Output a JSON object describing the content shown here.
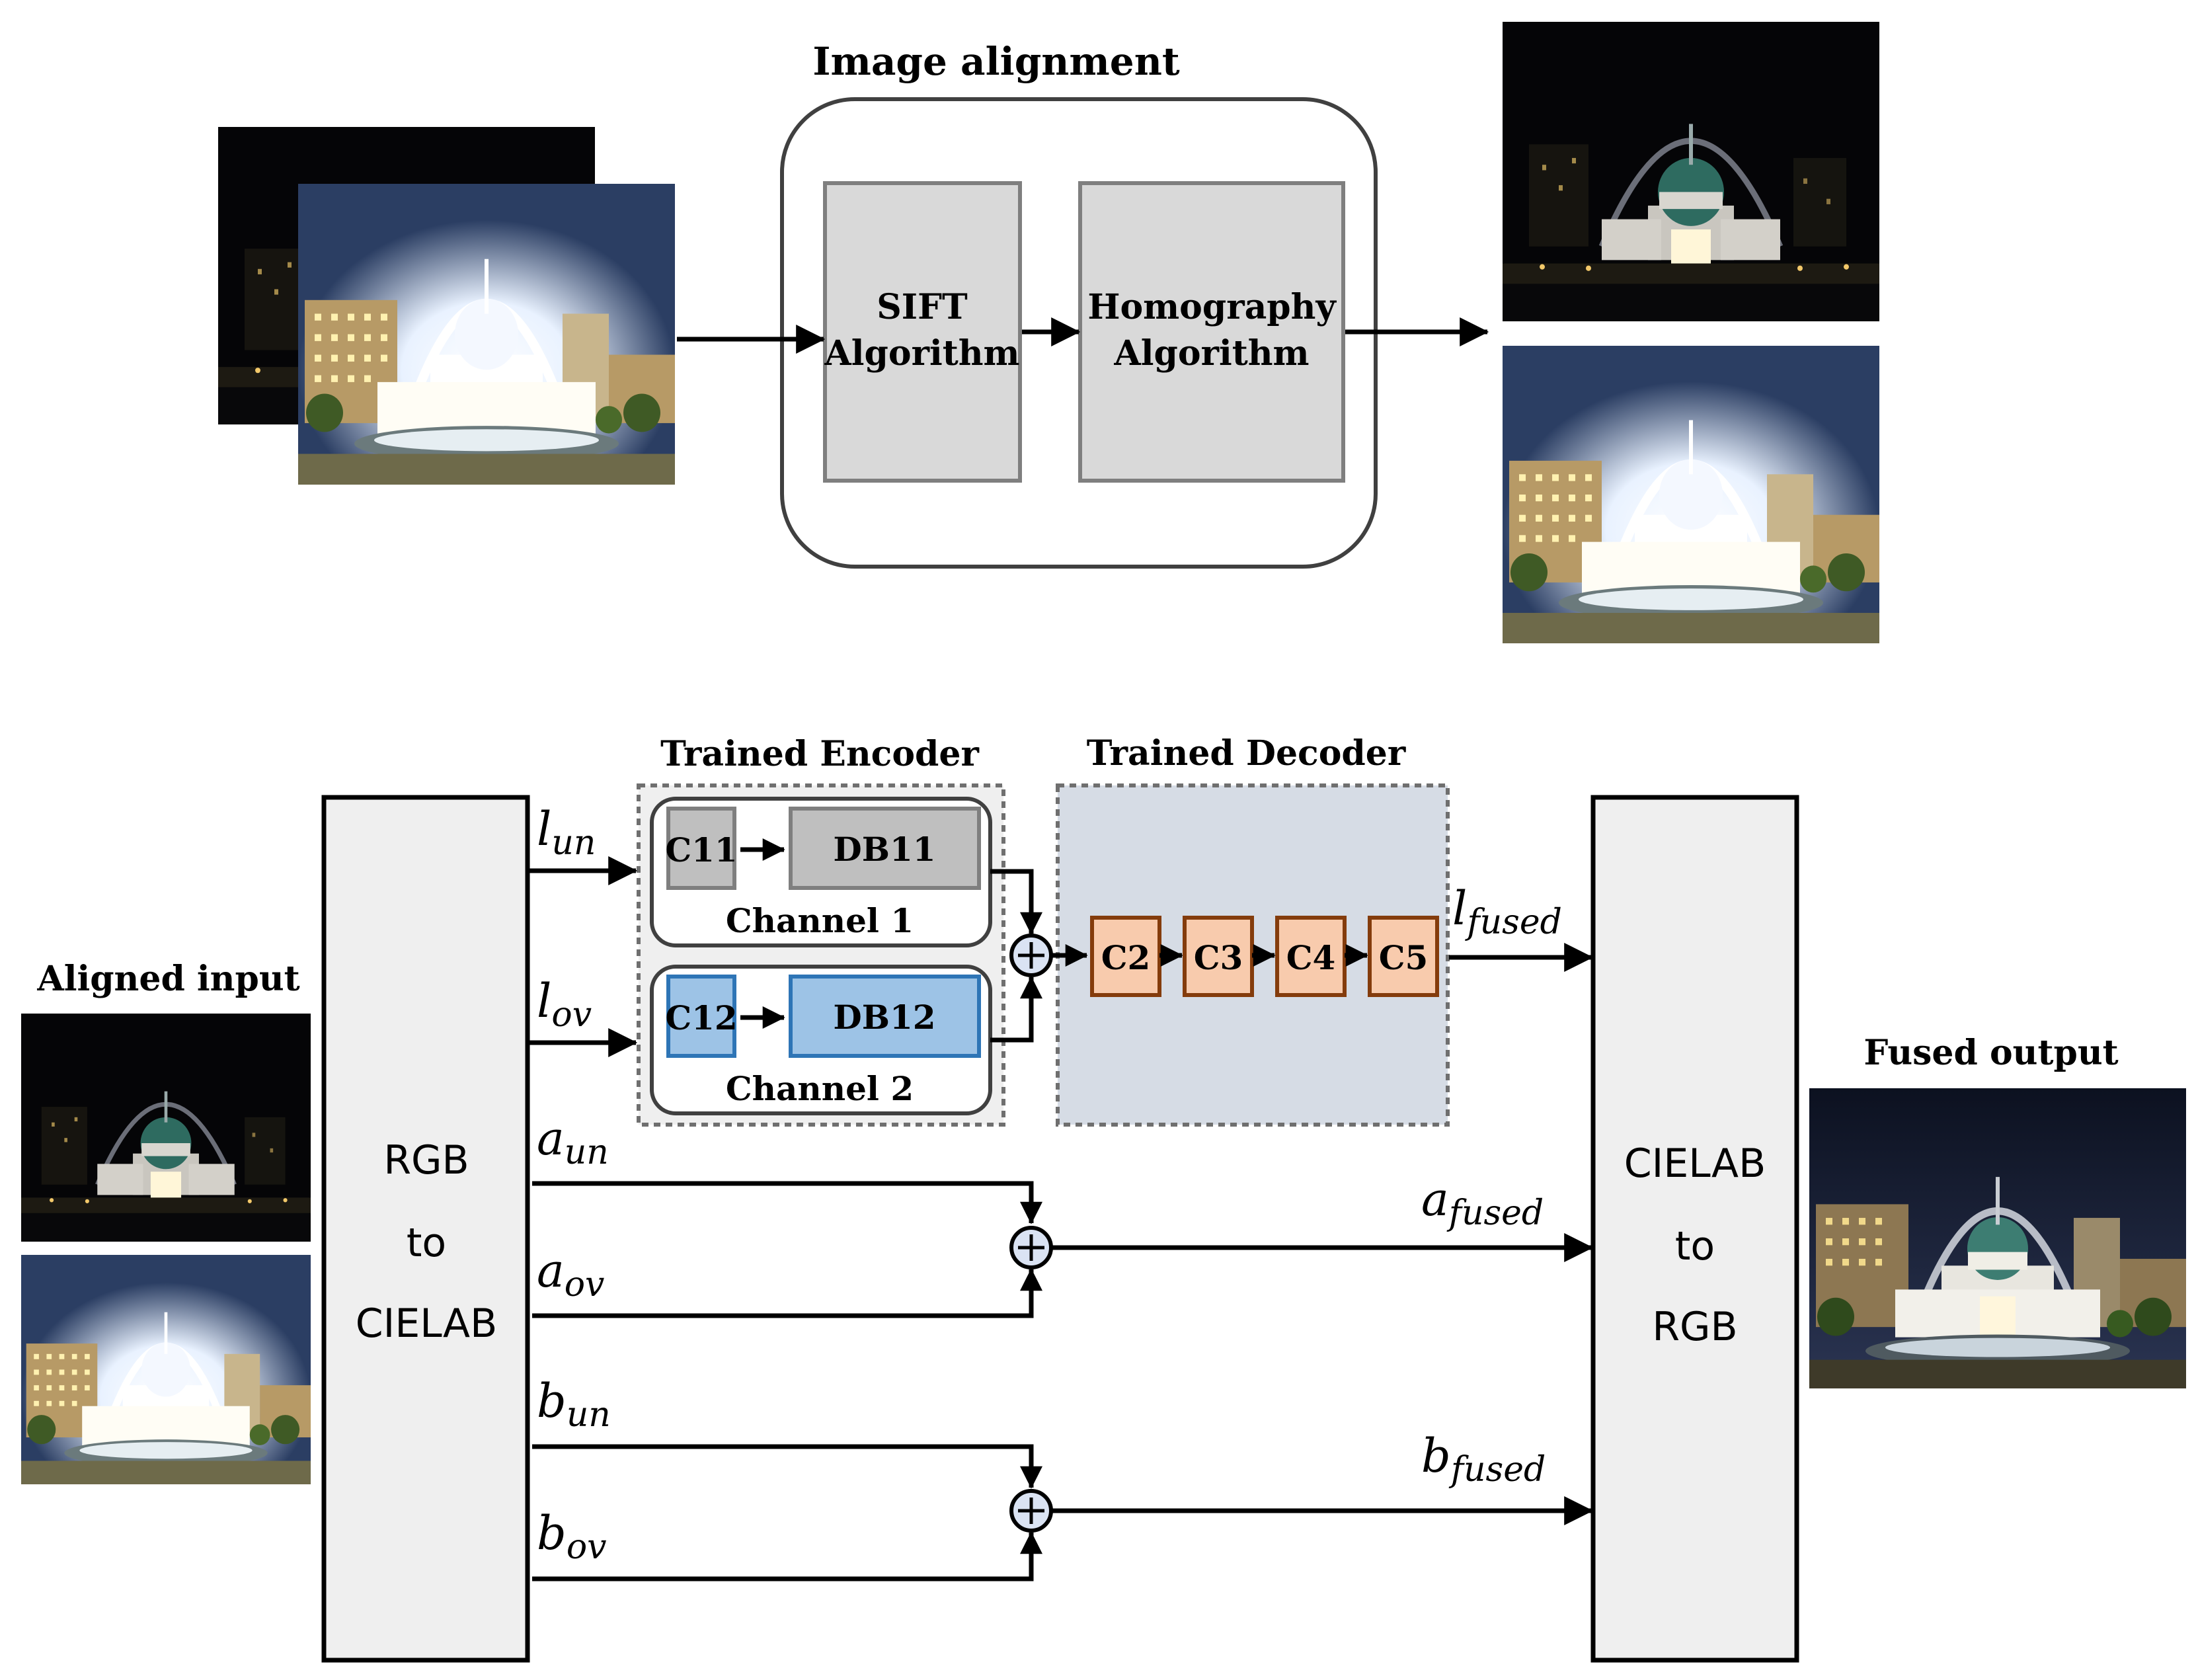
{
  "alignment": {
    "title": "Image alignment",
    "sift_line1": "SIFT",
    "sift_line2": "Algorithm",
    "homography_line1": "Homography",
    "homography_line2": "Algorithm"
  },
  "fusion": {
    "encoder_title": "Trained Encoder",
    "decoder_title": "Trained Decoder",
    "rgb_to_lab": [
      "RGB",
      "to",
      "CIELAB"
    ],
    "lab_to_rgb": [
      "CIELAB",
      "to",
      "RGB"
    ],
    "aligned_input_label": "Aligned input",
    "fused_output_label": "Fused output",
    "channel1_label": "Channel 1",
    "channel2_label": "Channel 2",
    "c11": "C11",
    "db11": "DB11",
    "c12": "C12",
    "db12": "DB12",
    "decoder_blocks": [
      "C2",
      "C3",
      "C4",
      "C5"
    ],
    "signals": {
      "l_un": {
        "base": "l",
        "sub": "un"
      },
      "l_ov": {
        "base": "l",
        "sub": "ov"
      },
      "a_un": {
        "base": "a",
        "sub": "un"
      },
      "a_ov": {
        "base": "a",
        "sub": "ov"
      },
      "b_un": {
        "base": "b",
        "sub": "un"
      },
      "b_ov": {
        "base": "b",
        "sub": "ov"
      },
      "l_fused": {
        "base": "l",
        "sub": "fused"
      },
      "a_fused": {
        "base": "a",
        "sub": "fused"
      },
      "b_fused": {
        "base": "b",
        "sub": "fused"
      }
    }
  },
  "colors": {
    "stroke": "#000000",
    "gray_box": "#d9d9d9",
    "gray_box_border": "#7f7f7f",
    "container_bg": "#efefef",
    "decoder_bg": "#d6dce5",
    "blue_box": "#9dc3e6",
    "blue_border": "#2e75b6",
    "orange_box": "#f8cbad",
    "orange_border": "#843c0c",
    "plus_fill": "#dae3f3"
  },
  "icons": {
    "sum_node": "circled-plus-icon",
    "photo": "night-capitol-photo"
  }
}
